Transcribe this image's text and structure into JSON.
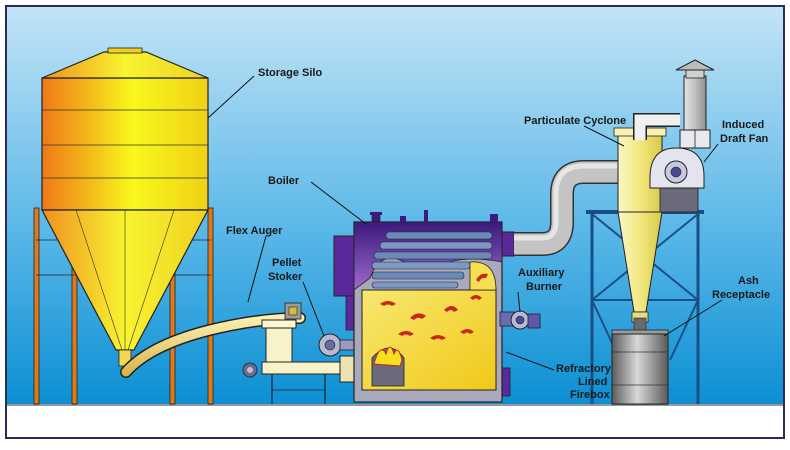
{
  "labels": {
    "storage_silo": "Storage Silo",
    "flex_auger": "Flex Auger",
    "pellet_stoker_line1": "Pellet",
    "pellet_stoker_line2": "Stoker",
    "boiler": "Boiler",
    "particulate_cyclone": "Particulate Cyclone",
    "induced_draft_fan_line1": "Induced",
    "induced_draft_fan_line2": "Draft Fan",
    "auxiliary_burner_line1": "Auxiliary",
    "auxiliary_burner_line2": "Burner",
    "ash_receptacle_line1": "Ash",
    "ash_receptacle_line2": "Receptacle",
    "refractory_lined_firebox_line1": "Refractory",
    "refractory_lined_firebox_line2": "Lined",
    "refractory_lined_firebox_line3": "Firebox"
  },
  "colors": {
    "sky_top": "#bfe2f5",
    "sky_bottom": "#0d93d6",
    "silo_orange": "#f07a1a",
    "silo_yellow": "#f7f41e",
    "silo_legs": "#e07a18",
    "auger": "#f4e58a",
    "duct_gray": "#b9b9b9",
    "boiler_purple": "#5a2a9a",
    "boiler_gray": "#a8a8b8",
    "firebox_yellow": "#f5e04a",
    "flame_red": "#c8281e",
    "frame_blue": "#2a6fa8",
    "ash_can": "#8a8a8a",
    "ground": "#ffffff"
  }
}
